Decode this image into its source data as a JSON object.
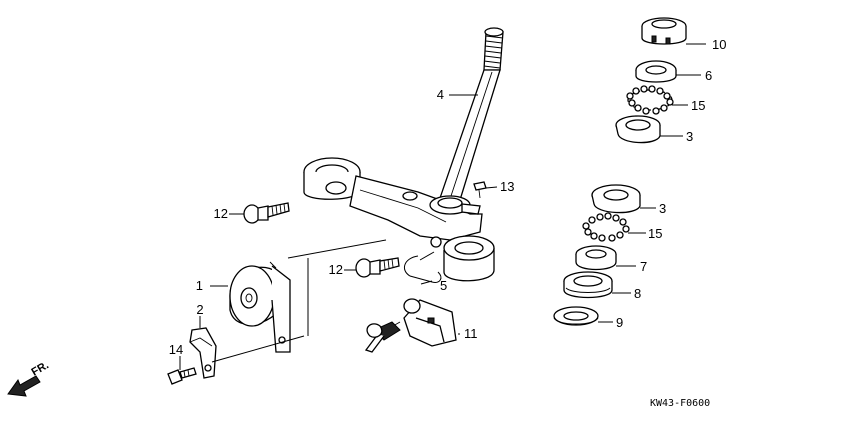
{
  "diagram": {
    "code": "KW43-F0600",
    "direction_label": "FR.",
    "callouts": {
      "c1": "1",
      "c2": "2",
      "c3a": "3",
      "c3b": "3",
      "c4": "4",
      "c5": "5",
      "c6": "6",
      "c7": "7",
      "c8": "8",
      "c9": "9",
      "c10": "10",
      "c11": "11",
      "c12a": "12",
      "c12b": "12",
      "c13": "13",
      "c14": "14",
      "c15a": "15",
      "c15b": "15"
    }
  }
}
